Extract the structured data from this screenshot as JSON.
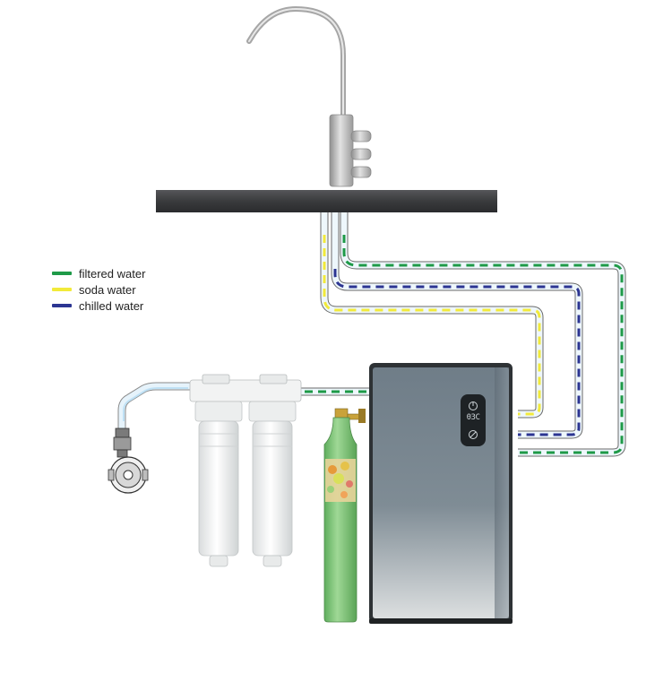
{
  "legend": {
    "items": [
      {
        "label": "filtered water",
        "color": "#1e9a48"
      },
      {
        "label": "soda water",
        "color": "#f2ea3a"
      },
      {
        "label": "chilled water",
        "color": "#2c3592"
      }
    ]
  },
  "unit_display": {
    "readout": "03C"
  },
  "colors": {
    "countertop": "#3b3c3e",
    "unit_body": "#7d8b95",
    "co2_cylinder": "#7cc57a",
    "filter_housing": "#f4f5f5",
    "tube": "#e6f3fb"
  }
}
